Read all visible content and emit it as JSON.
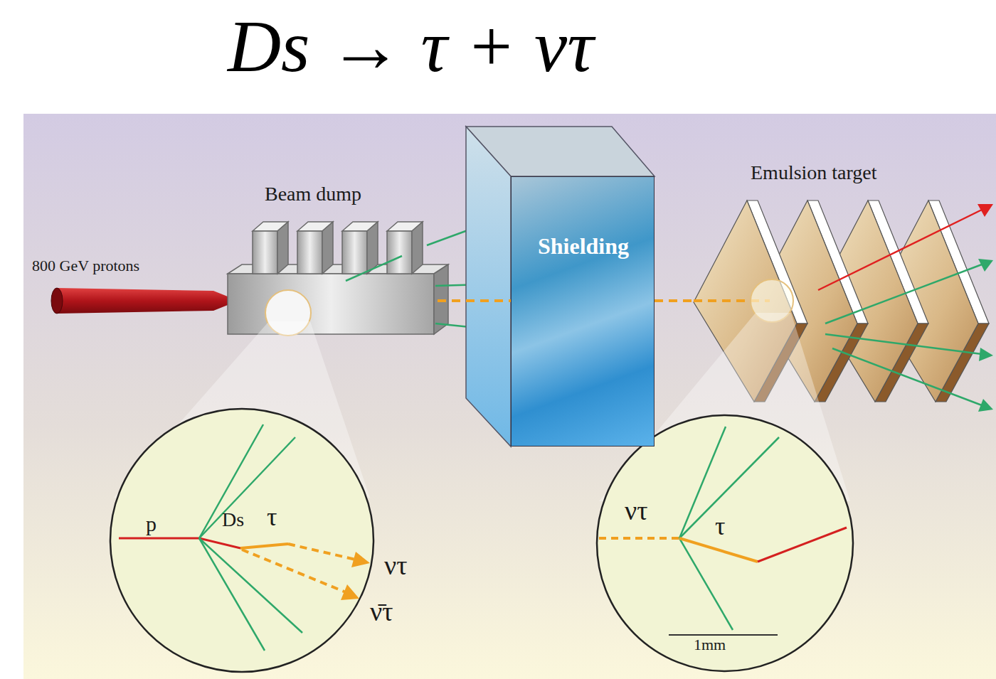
{
  "diagram": {
    "title": "Ds → τ + ντ",
    "nodes": [
      {
        "text": [
          "Beam dump"
        ]
      },
      {
        "text": [
          "Shielding"
        ]
      },
      {
        "text": [
          "Emulsion target"
        ]
      },
      {
        "text": [
          "p",
          "Ds",
          "τ",
          "ντ",
          "ν̄τ"
        ]
      },
      {
        "text": [
          "ντ",
          "τ",
          "1mm"
        ]
      }
    ],
    "edges": [
      {
        "from": 0,
        "to": 1,
        "arrow": "none"
      },
      {
        "from": 1,
        "to": 2,
        "arrow": "none"
      }
    ],
    "labels": [
      "800 GeV protons"
    ]
  }
}
